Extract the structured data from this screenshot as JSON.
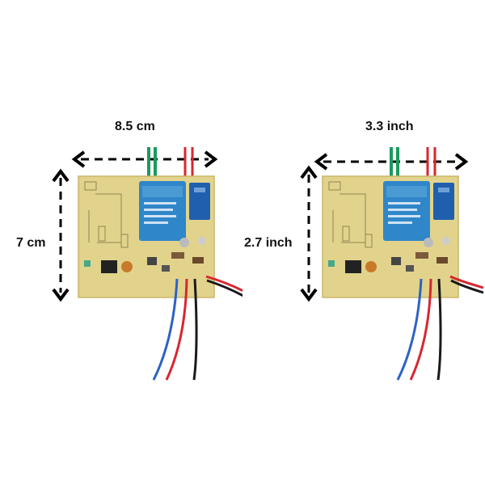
{
  "panels": [
    {
      "width_label": "8.5 cm",
      "height_label": "7 cm"
    },
    {
      "width_label": "3.3 inch",
      "height_label": "2.7 inch"
    }
  ],
  "colors": {
    "pcb": "#e2d38c",
    "pcb_edge": "#c9b66a",
    "relay_big": "#2f86c8",
    "relay_small": "#1f5fae",
    "wire_blue": "#2d62c4",
    "wire_red": "#d8262f",
    "wire_black": "#1a1a1a",
    "wire_green": "#1b9a5c",
    "arrow": "#000000"
  }
}
